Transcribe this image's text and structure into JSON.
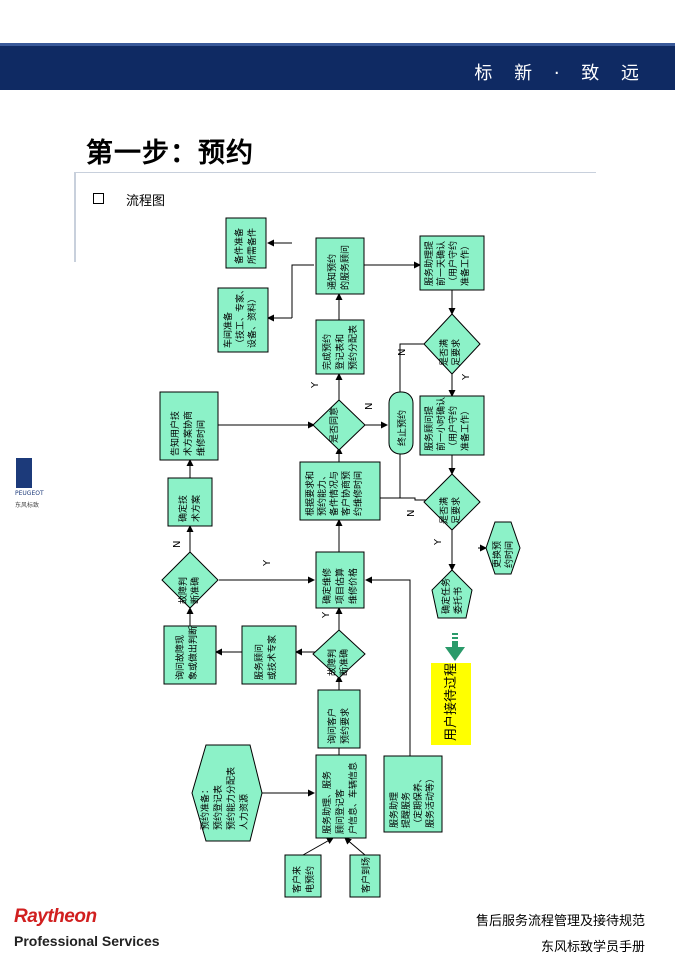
{
  "header": {
    "slogan": "标 新 · 致 远"
  },
  "page": {
    "title": "第一步：预约",
    "section_label": "流程图"
  },
  "footer": {
    "brand_line1": "Raytheon",
    "brand_line2": "Professional Services",
    "manual_line1": "售后服务流程管理及接待规范",
    "manual_line2": "东风标致学员手册"
  },
  "logo": {
    "name": "PEUGEOT",
    "sub": "东风标致"
  },
  "colors": {
    "header_bg": "#0f2a63",
    "box_fill": "#8cf2c8",
    "highlight": "#ffff00",
    "arrow_green": "#2a9a6a"
  },
  "flow": {
    "customer_arrive": "客户到场",
    "customer_call": "客户来电预约",
    "register": "服务助理、服务顾问登记客户信息、车辆信息",
    "prep_note": "预约准备：预约登记表、预约能力分配表、人力资源",
    "service_reminder": "服务助理提醒服务（定期保养、服务活动等）",
    "ask_needs": "询问客户预约要求",
    "diag_q1": "故障判断准确",
    "tech_expert": "服务顾问或技术专家",
    "find_fault": "询问故障现象或做出判断",
    "estimate": "确定维修项目估算维修价格",
    "diag_q2": "故障判断准确",
    "confirm_plan": "确定技术方案",
    "notify_customer": "告知用户技术方案协商维修时间",
    "negotiate": "根据要求和预约能力、备件情况与客户协商预约维修时间",
    "agree_q": "是否同意",
    "end_booking": "终止预约",
    "complete_reg": "完成预约登记表和预约分配表",
    "notify_parts": "通知预约的服务顾问",
    "prepare_parts": "备件准备所需备件",
    "workshop_prep": "车间准备（技工、专家、设备、资料）",
    "remind_customer": "服务助理提前一天确认（用户守约准备工作）",
    "ready_q1": "是否满足要求",
    "confirm_hour": "服务顾问提前一小时确认（用户守约准备工作）",
    "ready_q2": "是否满足要求",
    "change_appt": "更换预约",
    "confirm_order": "确定任务委托书",
    "reception": "用户接待过程",
    "yes": "Y",
    "no": "N"
  }
}
